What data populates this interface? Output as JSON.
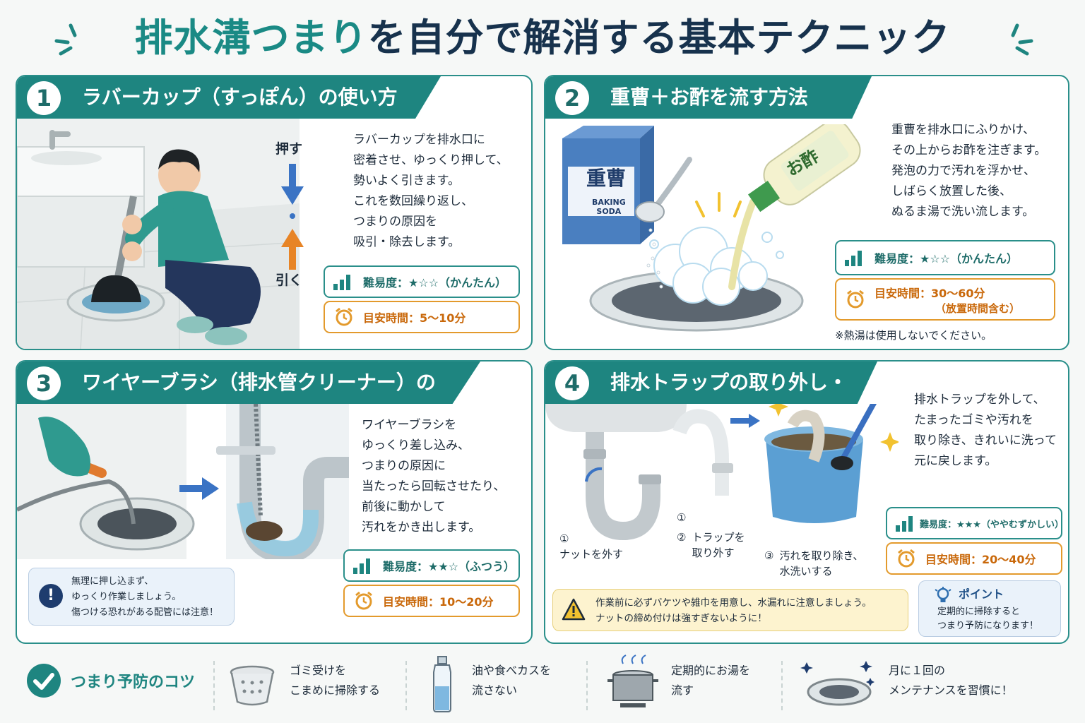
{
  "title": {
    "part1": "排水溝つまり",
    "part2": "を自分で解消する基本テクニック"
  },
  "colors": {
    "teal": "#1e8580",
    "navy": "#17324d",
    "orange": "#e39a2c",
    "blue": "#3a73c4"
  },
  "sections": [
    {
      "number": "1",
      "heading": "ラバーカップ（すっぽん）の使い方",
      "push_label": "押す",
      "pull_label": "引く",
      "description": "ラバーカップを排水口に\n密着させ、ゆっくり押して、\n勢いよく引きます。\nこれを数回繰り返し、\nつまりの原因を\n吸引・除去します。",
      "difficulty": "難易度：★☆☆（かんたん）",
      "time": "目安時間：5〜10分"
    },
    {
      "number": "2",
      "heading": "重曹＋お酢を流す方法",
      "box_label": "重曹",
      "box_sub": "BAKING\nSODA",
      "bottle_label": "お酢",
      "description": "重曹を排水口にふりかけ、\nその上からお酢を注ぎます。\n発泡の力で汚れを浮かせ、\nしばらく放置した後、\nぬるま湯で洗い流します。",
      "difficulty": "難易度：★☆☆（かんたん）",
      "time": "目安時間：30〜60分",
      "time_sub": "（放置時間含む）",
      "note": "※熱湯は使用しないでください。"
    },
    {
      "number": "3",
      "heading": "ワイヤーブラシ（排水管クリーナー）の使用",
      "description": "ワイヤーブラシを\nゆっくり差し込み、\nつまりの原因に\n当たったら回転させたり、\n前後に動かして\n汚れをかき出します。",
      "warning": "無理に押し込まず、\nゆっくり作業しましょう。\n傷つける恐れがある配管には注意！",
      "difficulty": "難易度：★★☆（ふつう）",
      "time": "目安時間：10〜20分"
    },
    {
      "number": "4",
      "heading": "排水トラップの取り外し・清掃",
      "description": "排水トラップを外して、\nたまったゴミや汚れを\n取り除き、きれいに洗って\n元に戻します。",
      "steps": [
        {
          "num": "①",
          "text": "ナットを外す"
        },
        {
          "num": "②",
          "text": "トラップを\n取り外す"
        },
        {
          "num": "③",
          "text": "汚れを取り除き、\n水洗いする"
        }
      ],
      "extra_num": "①",
      "difficulty": "難易度：★★★（ややむずかしい）",
      "time": "目安時間：20〜40分",
      "caution": "作業前に必ずバケツや雑巾を用意し、水漏れに注意しましょう。\nナットの締め付けは強すぎないように！",
      "point_title": "ポイント",
      "point_text": "定期的に掃除すると\nつまり予防になります！"
    }
  ],
  "prevention": {
    "title": "つまり予防のコツ",
    "tips": [
      {
        "icon": "basket-icon",
        "text": "ゴミ受けを\nこまめに掃除する"
      },
      {
        "icon": "bottle-icon",
        "text": "油や食べカスを\n流さない"
      },
      {
        "icon": "pot-icon",
        "text": "定期的にお湯を\n流す"
      },
      {
        "icon": "drain-icon",
        "text": "月に１回の\nメンテナンスを習慣に！"
      }
    ]
  }
}
